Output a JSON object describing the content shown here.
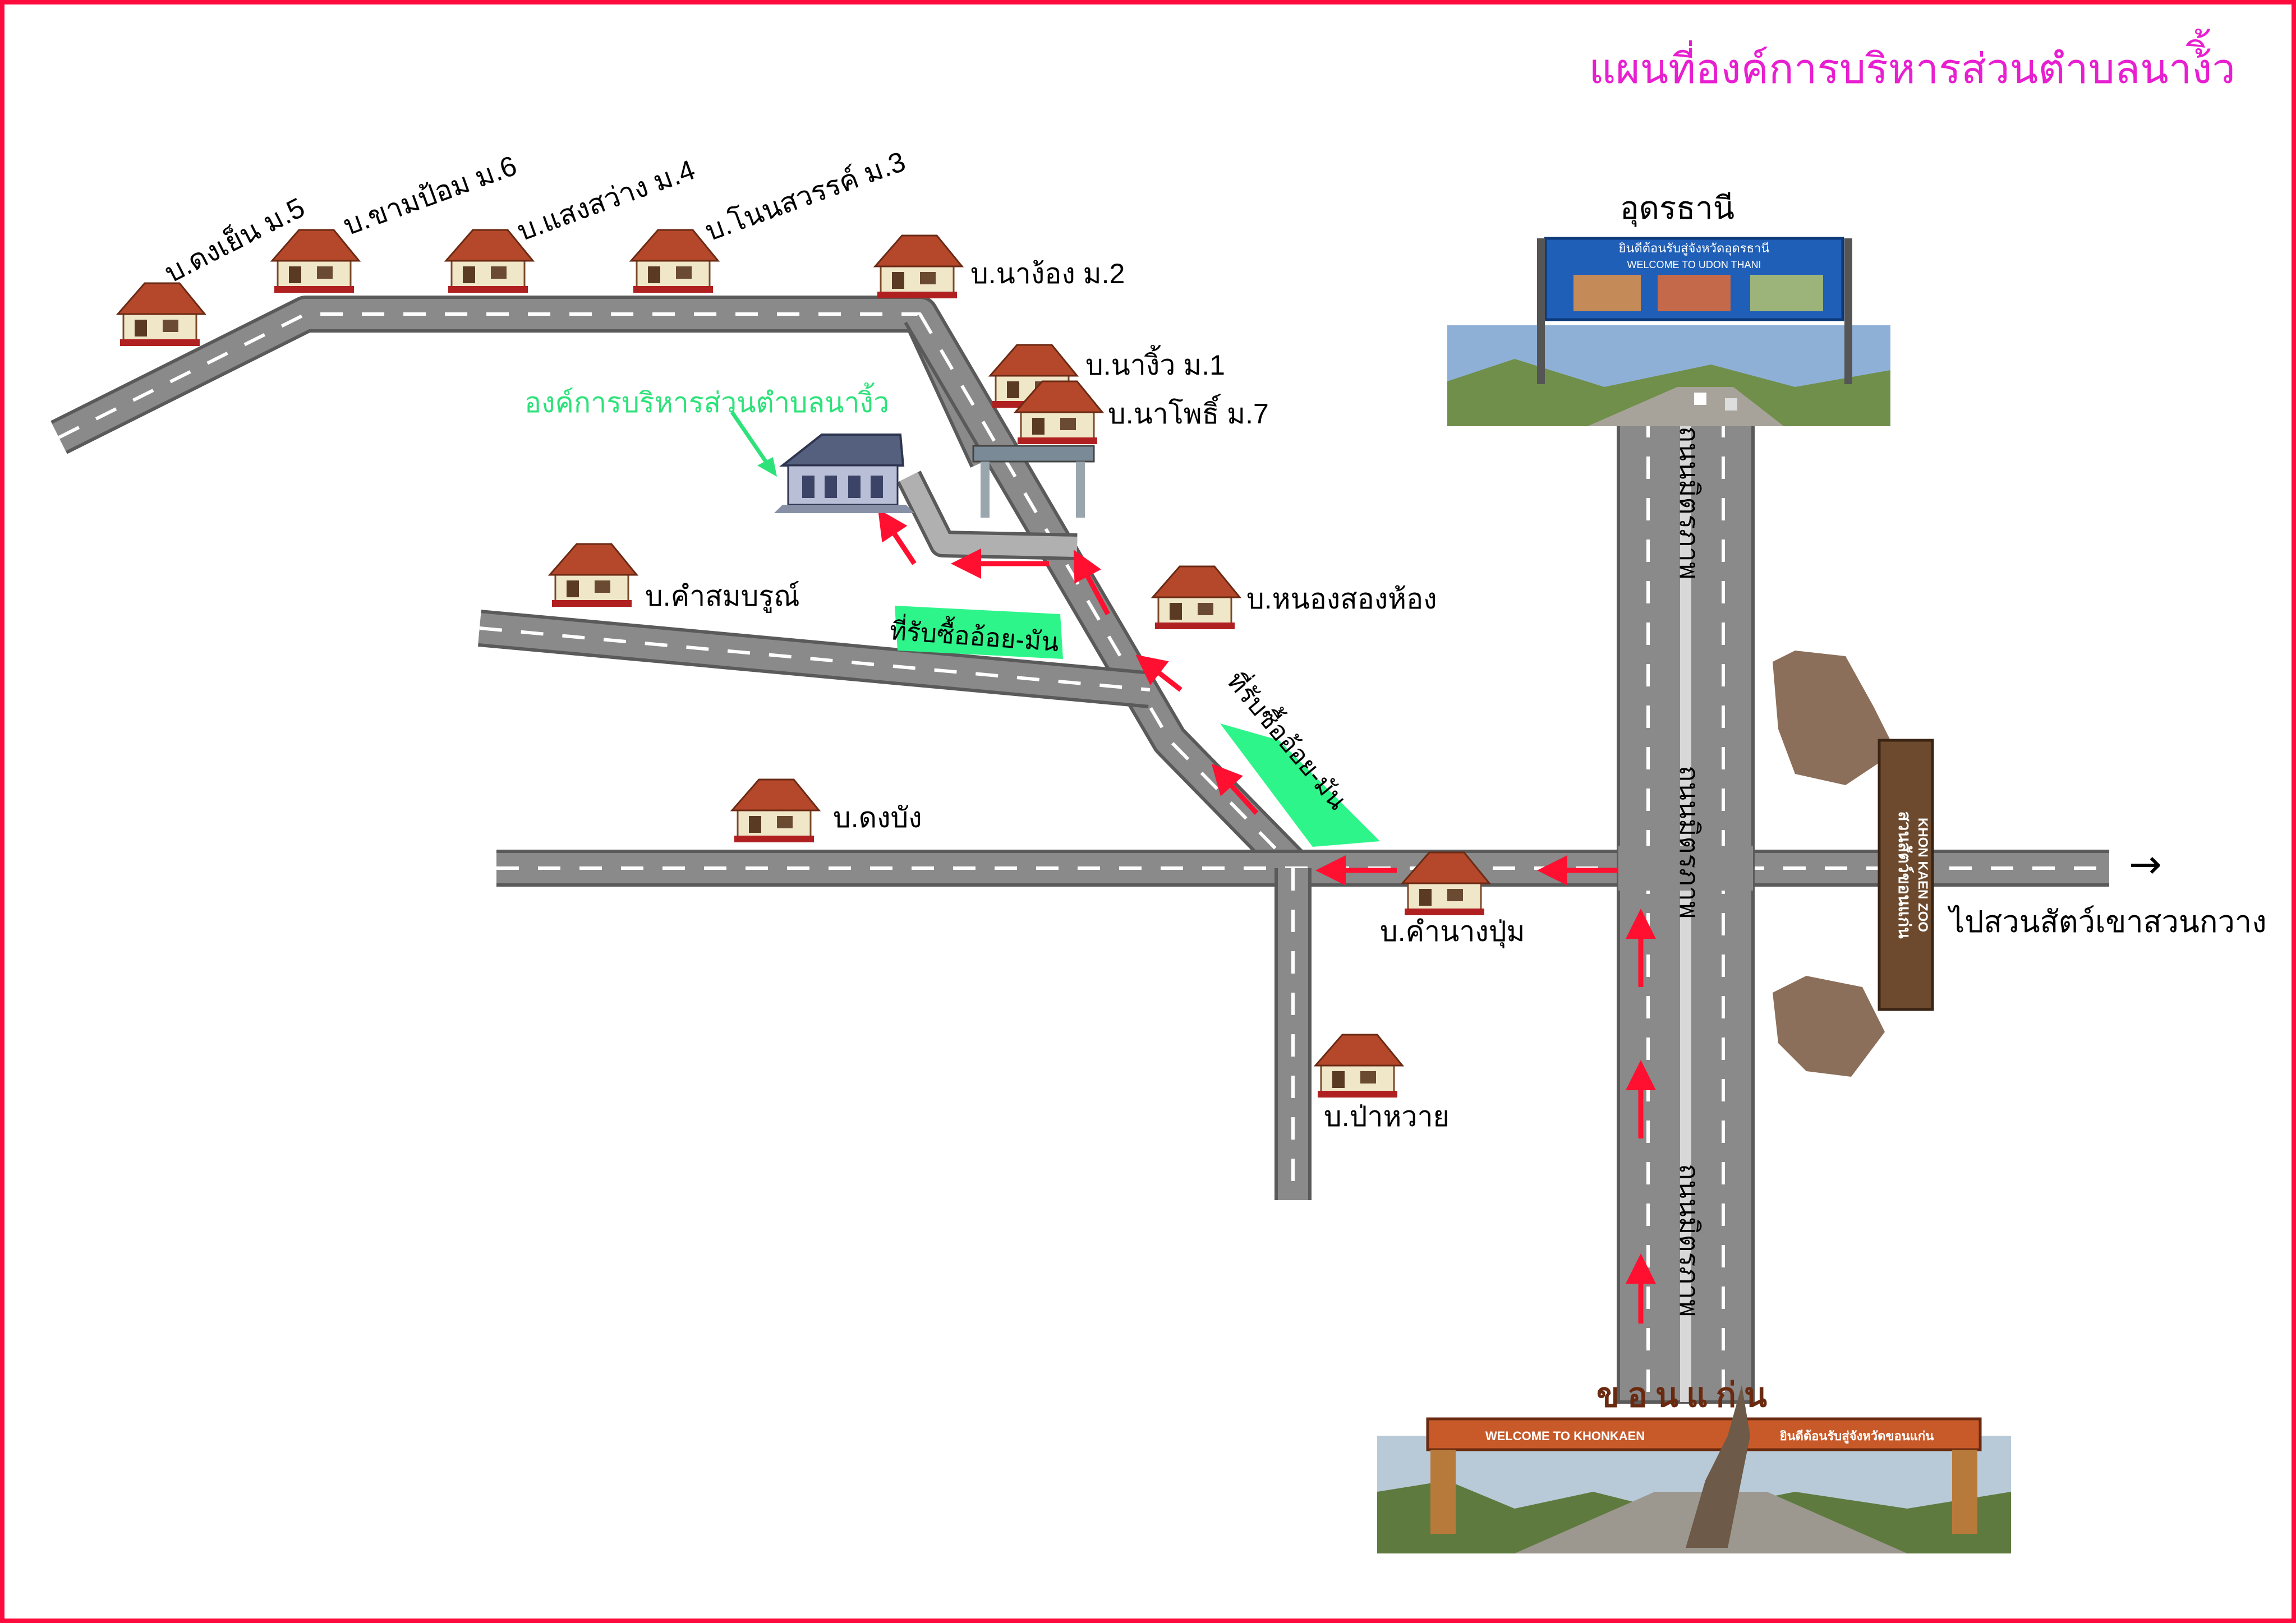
{
  "title": "แผนที่องค์การบริหารส่วนตำบลนาง้ิ้ว",
  "colors": {
    "frame": "#ff0a3c",
    "title": "#e81fd0",
    "road": "#8a8a8a",
    "road_edge": "#5a5a5a",
    "arrow": "#ff1030",
    "office_label": "#2ee27a",
    "buying_point": "#2ef58a",
    "roof": "#b5482a",
    "wall": "#f0e6c8"
  },
  "office": {
    "label": "องค์การบริหารส่วนตำบลนางิ้ว",
    "icon": "office-building-icon"
  },
  "villages": [
    {
      "id": "dong-yen",
      "label": "บ.ดงเย็น ม.5"
    },
    {
      "id": "kham-pom",
      "label": "บ.ขามป้อม ม.6"
    },
    {
      "id": "saeng-sawang",
      "label": "บ.แสงสว่าง ม.4"
    },
    {
      "id": "non-sawan",
      "label": "บ.โนนสวรรค์ ม.3"
    },
    {
      "id": "na-ngong",
      "label": "บ.นาง้อง ม.2"
    },
    {
      "id": "na-ngiw",
      "label": "บ.นางิ้ว ม.1"
    },
    {
      "id": "na-pho",
      "label": "บ.นาโพธิ์ ม.7"
    },
    {
      "id": "kham-sombun",
      "label": "บ.คำสมบรูณ์"
    },
    {
      "id": "nong-song-hong",
      "label": "บ.หนองสองห้อง"
    },
    {
      "id": "dong-bang",
      "label": "บ.ดงบัง"
    },
    {
      "id": "kham-nang-pum",
      "label": "บ.คำนางปุ่ม"
    },
    {
      "id": "pa-wai",
      "label": "บ.ป่าหวาย"
    }
  ],
  "buying_points": [
    {
      "label": "ที่รับซื้ออ้อย-มัน"
    },
    {
      "label": "ที่รับซื้ออ้อย-มัน"
    }
  ],
  "highway": {
    "label": "ถนนมิตรภาพ"
  },
  "destinations": {
    "north": "อุดรธานี",
    "east": "ไปสวนสัตว์เขาสวนกวาง",
    "east_arrow": "→",
    "south": "ขอนแก่น"
  },
  "signs": {
    "udon_thai": "ยินดีต้อนรับสู่จังหวัดอุดรธานี",
    "udon_en": "WELCOME TO UDON THANI",
    "khonkaen_en": "WELCOME TO KHONKAEN",
    "khonkaen_th": "ยินดีต้อนรับสู่จังหวัดขอนแก่น",
    "zoo_th": "สวนสัตว์ขอนแก่น",
    "zoo_en": "KHON KAEN ZOO"
  }
}
